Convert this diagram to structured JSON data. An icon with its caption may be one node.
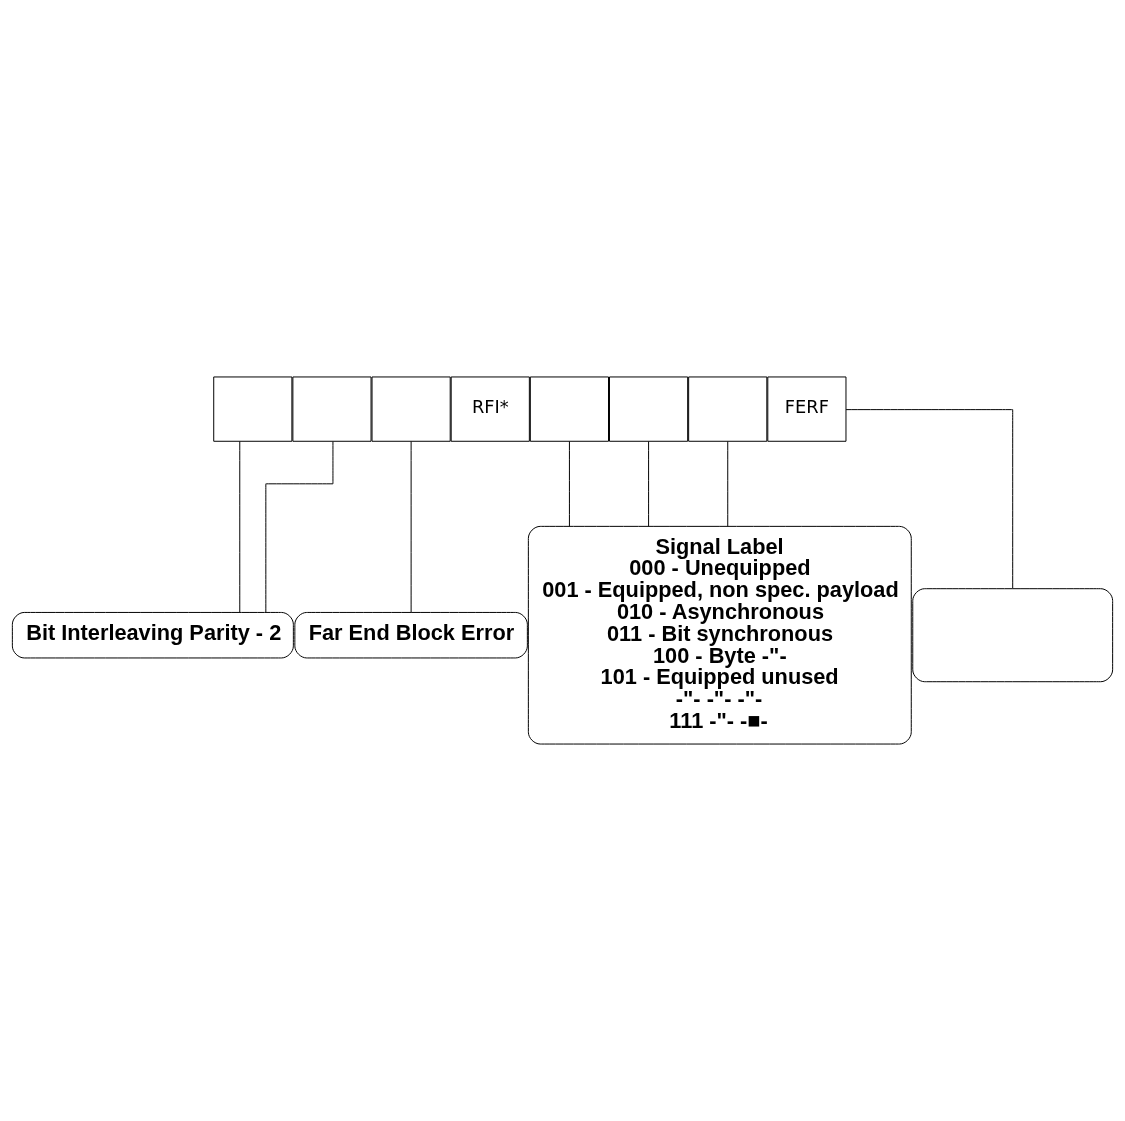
{
  "diagram": {
    "nodes": [
      {
        "text": [],
        "shape": "box"
      },
      {
        "text": [],
        "shape": "box"
      },
      {
        "text": [],
        "shape": "box"
      },
      {
        "text": [
          "RFI*"
        ]
      },
      {
        "text": [],
        "shape": "box"
      },
      {
        "text": [],
        "shape": "box"
      },
      {
        "text": [],
        "shape": "box"
      },
      {
        "text": [
          "FERF"
        ]
      },
      {
        "text": [
          "Far End Block Error"
        ]
      },
      {
        "text": [],
        "shape": "box"
      },
      {
        "text": [
          "Bit Interleaving Parity - 2"
        ]
      },
      {
        "text": [
          "Signal Label",
          "000 - Unequipped",
          "001 - Equipped, non spec. payload",
          "010 - Asynchronous",
          "011 - Bit synchronous",
          "100 - Byte -\"-",
          "101 - Equipped unused",
          "-\"- -\"- -\"-",
          "111 -\"- -■-"
        ]
      }
    ],
    "edges": [
      {
        "from": 0,
        "to": 10,
        "arrow": "none"
      },
      {
        "from": 1,
        "to": 10,
        "arrow": "none"
      },
      {
        "from": 2,
        "to": 8,
        "arrow": "none"
      },
      {
        "from": 4,
        "to": 11,
        "arrow": "none"
      },
      {
        "from": 5,
        "to": 11,
        "arrow": "none"
      },
      {
        "from": 6,
        "to": 11,
        "arrow": "none"
      },
      {
        "from": 7,
        "to": 9,
        "arrow": "none"
      }
    ]
  }
}
